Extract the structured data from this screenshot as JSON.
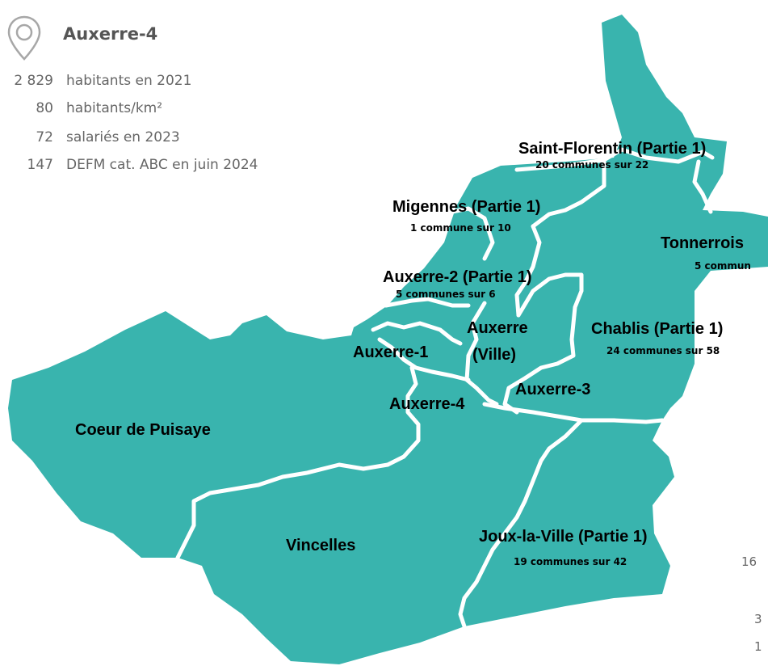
{
  "colors": {
    "zone_fill": "#39b4ae",
    "border": "#ffffff",
    "title": "#555555",
    "stat_text": "#666666"
  },
  "header": {
    "icon": "map-pin-icon",
    "title": "Auxerre-4"
  },
  "stats": [
    {
      "value": "2 829",
      "label": "habitants en 2021"
    },
    {
      "value": "80",
      "label": "habitants/km²"
    },
    {
      "value": "72",
      "label": "salariés en 2023"
    },
    {
      "value": "147",
      "label": "DEFM cat. ABC en juin 2024"
    }
  ],
  "areas": {
    "saint_florentin": {
      "name": "Saint-Florentin (Partie 1)",
      "sub": "20 communes sur 22"
    },
    "migennes": {
      "name": "Migennes (Partie 1)",
      "sub": "1 commune sur 10"
    },
    "tonnerrois": {
      "name": "Tonnerrois",
      "sub": "5 commun"
    },
    "auxerre_2": {
      "name": "Auxerre-2 (Partie 1)",
      "sub": "5 communes sur 6"
    },
    "auxerre_ville_1": {
      "name": "Auxerre"
    },
    "auxerre_ville_2": {
      "name": "(Ville)"
    },
    "chablis": {
      "name": "Chablis (Partie 1)",
      "sub": "24 communes sur 58"
    },
    "auxerre_1": {
      "name": "Auxerre-1"
    },
    "auxerre_3": {
      "name": "Auxerre-3"
    },
    "auxerre_4": {
      "name": "Auxerre-4"
    },
    "coeur_puisaye": {
      "name": "Coeur de Puisaye"
    },
    "vincelles": {
      "name": "Vincelles"
    },
    "joux": {
      "name": "Joux-la-Ville (Partie 1)",
      "sub": "19 communes sur 42"
    }
  },
  "side_fragments": [
    "16",
    "3",
    "1"
  ]
}
